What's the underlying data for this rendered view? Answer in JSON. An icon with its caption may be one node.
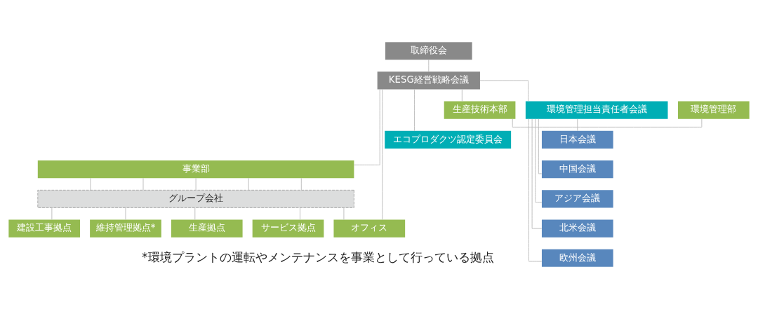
{
  "diagram": {
    "nodes": [
      {
        "text": [
          "取締役会"
        ]
      },
      {
        "text": [
          "KESG経営戦略会議"
        ]
      },
      {
        "text": [
          "環境管理担当責任者会議"
        ]
      },
      {
        "text": [
          "エコプロダクツ認定委員会"
        ]
      },
      {
        "text": [
          "環境管理部"
        ]
      },
      {
        "text": [
          "生産技術本部"
        ]
      },
      {
        "text": [
          "事業部"
        ]
      },
      {
        "text": [
          "グループ会社"
        ]
      },
      {
        "text": [
          "オフィス"
        ]
      },
      {
        "text": [
          "サービス拠点"
        ]
      },
      {
        "text": [
          "建設工事拠点"
        ]
      },
      {
        "text": [
          "維持管理拠点*"
        ]
      },
      {
        "text": [
          "生産拠点"
        ]
      },
      {
        "text": [
          "日本会議"
        ]
      },
      {
        "text": [
          "中国会議"
        ]
      },
      {
        "text": [
          "アジア会議"
        ]
      },
      {
        "text": [
          "北米会議"
        ]
      },
      {
        "text": [
          "欧州会議"
        ]
      }
    ],
    "edges": [
      {
        "from": 0,
        "to": 1,
        "arrow": "none"
      },
      {
        "from": 1,
        "to": 2,
        "arrow": "none"
      },
      {
        "from": 1,
        "to": 3,
        "arrow": "none"
      },
      {
        "from": 1,
        "to": 5,
        "arrow": "none"
      },
      {
        "from": 5,
        "to": 4,
        "arrow": "none"
      },
      {
        "from": 1,
        "to": 8,
        "arrow": "none"
      },
      {
        "from": 1,
        "to": 6,
        "arrow": "none"
      },
      {
        "from": 6,
        "to": 7,
        "arrow": "none"
      },
      {
        "from": 6,
        "to": 7,
        "arrow": "none"
      },
      {
        "from": 6,
        "to": 7,
        "arrow": "none"
      },
      {
        "from": 6,
        "to": 7,
        "arrow": "none"
      },
      {
        "from": 6,
        "to": 7,
        "arrow": "none"
      },
      {
        "from": 7,
        "to": 8,
        "arrow": "none"
      },
      {
        "from": 7,
        "to": 9,
        "arrow": "none"
      },
      {
        "from": 7,
        "to": 10,
        "arrow": "none"
      },
      {
        "from": 7,
        "to": 11,
        "arrow": "none"
      },
      {
        "from": 7,
        "to": 12,
        "arrow": "none"
      },
      {
        "from": 2,
        "to": 13,
        "arrow": "none"
      },
      {
        "from": 2,
        "to": 14,
        "arrow": "none"
      },
      {
        "from": 2,
        "to": 15,
        "arrow": "none"
      },
      {
        "from": 2,
        "to": 16,
        "arrow": "none"
      },
      {
        "from": 2,
        "to": 17,
        "arrow": "none"
      }
    ],
    "labels": [
      "*環境プラントの運転やメンテナンスを事業として行っている拠点"
    ]
  }
}
